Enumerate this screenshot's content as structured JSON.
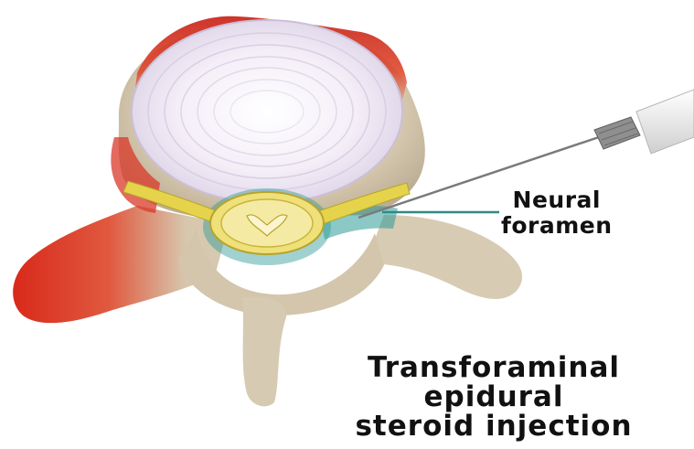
{
  "labels": {
    "neural_foramen": [
      "Neural",
      "foramen"
    ],
    "title": [
      "Transforaminal",
      "epidural",
      "steroid injection"
    ]
  },
  "colors": {
    "bone": "#d9cdb6",
    "bone_shadow": "#b9ab92",
    "inflammation": "#d9291b",
    "disc": "#f2eef8",
    "disc_rings": "#cfc7dd",
    "nerve_root": "#e8d64a",
    "foramen_teal": "#2c9a97",
    "leader_line": "#2f8a84",
    "needle": "#7d7d7d",
    "syringe": "#efefef",
    "text": "#111111"
  },
  "icons": {
    "vertebra": "vertebra-illustration",
    "needle": "syringe-needle-illustration"
  }
}
